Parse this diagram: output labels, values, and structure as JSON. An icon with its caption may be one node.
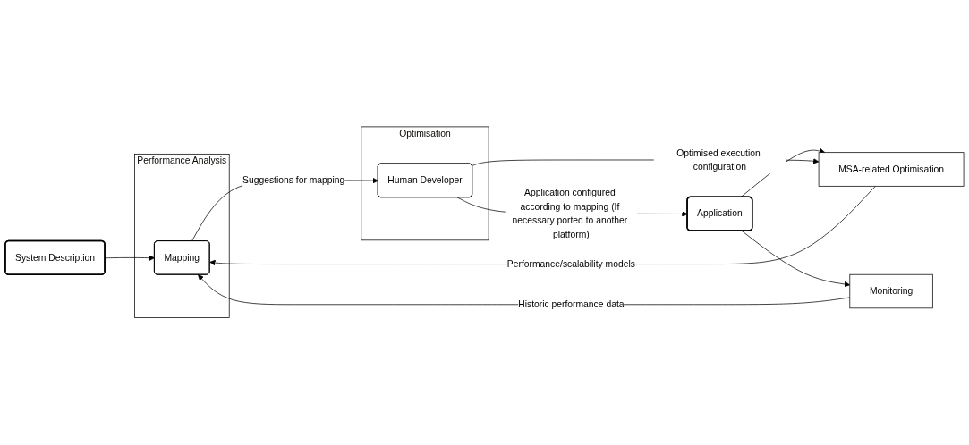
{
  "diagram": {
    "nodes": [
      {
        "text": [
          "System Description"
        ]
      },
      {
        "text": [
          "Application"
        ]
      },
      {
        "text": [
          "Performance Analysis"
        ]
      },
      {
        "text": [
          "Mapping"
        ],
        "in": 2
      },
      {
        "text": [
          "Optimisation"
        ]
      },
      {
        "text": [
          "Human Developer"
        ],
        "in": 4
      },
      {
        "text": [
          "Monitoring"
        ]
      },
      {
        "text": [
          "MSA-related Optimisation"
        ]
      }
    ],
    "edges": [
      {
        "from": 0,
        "to": 3,
        "arrow": "to"
      },
      {
        "from": 1,
        "to": 6,
        "arrow": "to"
      },
      {
        "from": 1,
        "to": 7,
        "arrow": "to"
      },
      {
        "from": 6,
        "to": 3,
        "arrow": "to",
        "label": "Historic performance data"
      },
      {
        "from": 7,
        "to": 3,
        "arrow": "to",
        "label": "Performance/scalability models"
      },
      {
        "from": 3,
        "to": 5,
        "arrow": "to",
        "label": "Suggestions for mapping"
      },
      {
        "from": 5,
        "to": 7,
        "arrow": "to",
        "label": "Optimised execution configuration"
      },
      {
        "from": 5,
        "to": 1,
        "arrow": "to",
        "label": "Application configured according to mapping (If necessary ported to another platform)"
      }
    ]
  }
}
